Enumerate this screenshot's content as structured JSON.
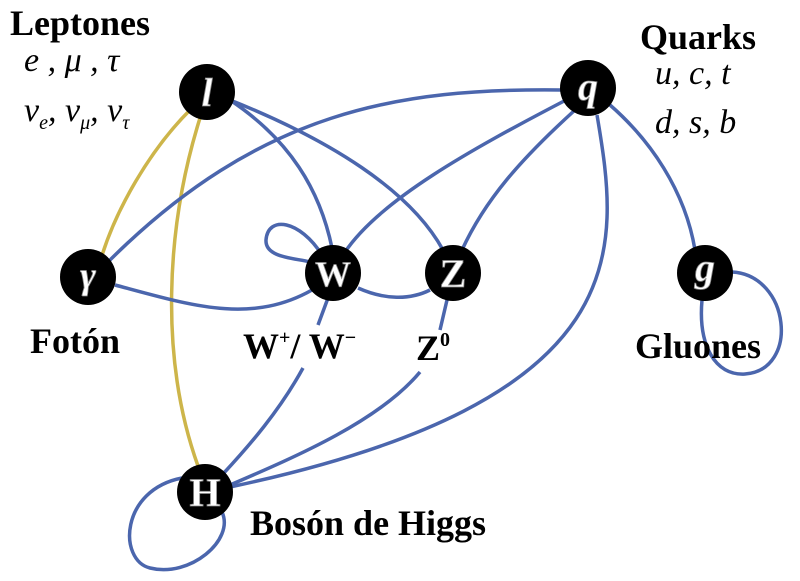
{
  "groups": {
    "leptons": {
      "title": "Leptones",
      "line1": "e , μ , τ",
      "nu": "ν",
      "subs": [
        "e",
        "μ",
        "τ"
      ]
    },
    "quarks": {
      "title": "Quarks",
      "line1": "u, c, t",
      "line2": "d, s, b"
    },
    "photon": {
      "label": "Fotón"
    },
    "w": {
      "label_a": "W",
      "sup_a": "+",
      "slash": "/ W",
      "sup_b": "−"
    },
    "z": {
      "label": "Z",
      "sup": "0"
    },
    "gluons": {
      "label": "Gluones"
    },
    "higgs": {
      "label": "Bosón de Higgs"
    }
  },
  "nodes": [
    {
      "id": "l",
      "symbol": "l"
    },
    {
      "id": "q",
      "symbol": "q"
    },
    {
      "id": "gamma",
      "symbol": "γ"
    },
    {
      "id": "W",
      "symbol": "W"
    },
    {
      "id": "Z",
      "symbol": "Z"
    },
    {
      "id": "g",
      "symbol": "g"
    },
    {
      "id": "H",
      "symbol": "H"
    }
  ],
  "colors": {
    "boson_edge": "#4b66ad",
    "photon_higgs_edge": "#cdb54a",
    "node": "#000000"
  }
}
